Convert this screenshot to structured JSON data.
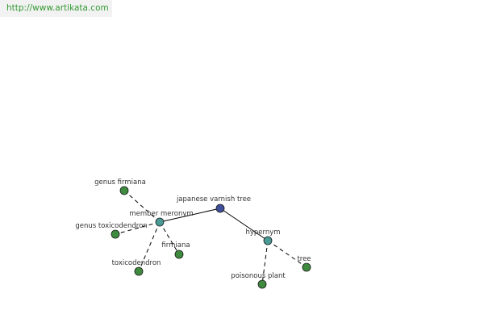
{
  "source_url": "http://www.artikata.com",
  "colors": {
    "root_node": "#3f4f9a",
    "relation_node": "#4a9a96",
    "leaf_node": "#3e8a3e",
    "edge": "#000000",
    "url_text": "#339933"
  },
  "graph": {
    "root": {
      "label": "japanese varnish tree"
    },
    "relations": [
      {
        "id": "member_meronym",
        "label": "member meronym"
      },
      {
        "id": "hypernym",
        "label": "hypernym"
      }
    ],
    "leaves": [
      {
        "id": "genus_firmiana",
        "label": "genus firmiana",
        "relation": "member_meronym"
      },
      {
        "id": "genus_toxicodendron",
        "label": "genus toxicodendron",
        "relation": "member_meronym"
      },
      {
        "id": "firmiana",
        "label": "firmiana",
        "relation": "member_meronym"
      },
      {
        "id": "toxicodendron",
        "label": "toxicodendron",
        "relation": "member_meronym"
      },
      {
        "id": "poisonous_plant",
        "label": "poisonous plant",
        "relation": "hypernym"
      },
      {
        "id": "tree",
        "label": "tree",
        "relation": "hypernym"
      }
    ]
  }
}
